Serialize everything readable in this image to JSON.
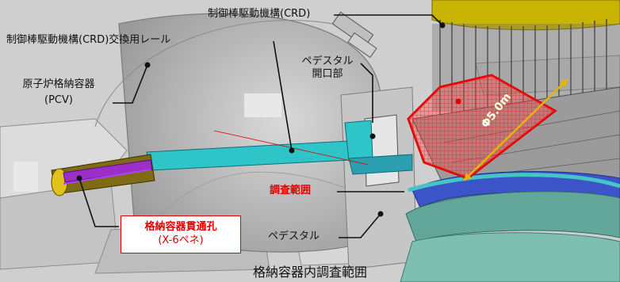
{
  "labels": {
    "crd": "制御棒駆動機構(CRD)",
    "crd_rail": "制御棒駆動機構(CRD)交換用レール",
    "pcv_line1": "原子炉格納容器",
    "pcv_line2": "(PCV)",
    "pedestal_opening_line1": "ペデスタル",
    "pedestal_opening_line2": "開口部",
    "survey_range": "調査範囲",
    "penetration_line1": "格納容器貫通孔",
    "penetration_line2": "(X-6ペネ)",
    "pedestal": "ペデスタル",
    "dimension": "Φ5.0m"
  },
  "caption": "格納容器内調査範囲",
  "colors": {
    "survey_outline": "#e00000",
    "survey_fill": "#ff3b3b",
    "dimension_arrow": "#e8b400",
    "rail": "#2ec4c8",
    "penetration": "#9b30c8"
  }
}
